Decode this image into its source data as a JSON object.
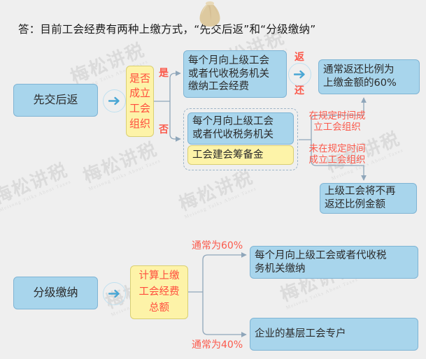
{
  "header": {
    "answer_text": "答：目前工会经费有两种上缴方式，“先交后返”和“分级缴纳”",
    "bag_icon": "money-bag-icon"
  },
  "watermark": {
    "big": "梅松讲税",
    "small": "Meisong Talks About Taxes"
  },
  "icons": {
    "arrow_right": "arrow-right-circle-icon"
  },
  "colors": {
    "blue_fill": "#a8d5ec",
    "blue_border": "#7fb4d4",
    "yellow_fill": "#fdf3a8",
    "yellow_border": "#d9cf72",
    "red_text": "#fb5a4c",
    "page_bg": "#efefef",
    "wire": "#9fb6c9",
    "circle_accent": "#49a6d4"
  },
  "flow_a": {
    "root_label": "先交后返",
    "decision_label": "是否\n成立\n工会\n组织",
    "branch_yes_label": "是",
    "branch_no_label": "否",
    "yes_node": "每个月向上级工会\n或者代收税务机关\n缴纳工会经费",
    "return_label_top": "返",
    "return_label_bottom": "还",
    "return_result": "通常返还比例为\n上缴金额的60%",
    "no_group": {
      "node_blue": "每个月向上级工会\n或者代收税务机关",
      "node_yellow": "工会建会筹备金"
    },
    "edge_on_time": "在规定时间成\n立工会组织",
    "edge_late": "未在规定时间\n成立工会组织",
    "late_result": "上级工会将不再\n返还比例金额"
  },
  "flow_b": {
    "root_label": "分级缴纳",
    "calc_label": "计算上缴\n工会经费\n总额",
    "edge_top_label": "通常为60%",
    "edge_bottom_label": "通常为40%",
    "target_top": "每个月向上级工会或者代收税\n务机关缴纳",
    "target_bottom": "企业的基层工会专户"
  }
}
